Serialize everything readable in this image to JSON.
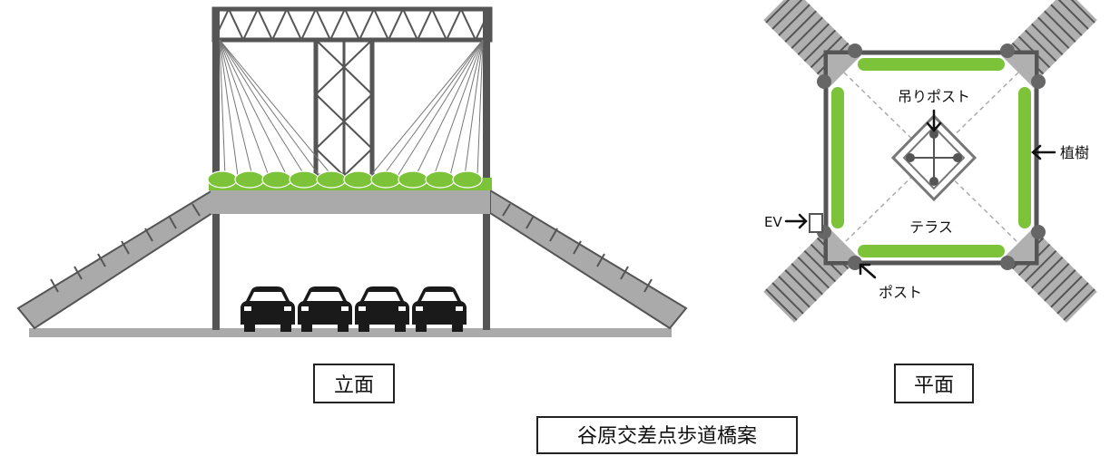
{
  "elevation_label": "立面",
  "plan_label": "平面",
  "title": "谷原交差点歩道橋案",
  "plan_annotations": {
    "hanging_post": "吊りポスト",
    "planting": "植樹",
    "ev": "EV",
    "terrace": "テラス",
    "post": "ポスト"
  },
  "colors": {
    "green": "#7cc33a",
    "frame": "#555555",
    "deck": "#aaaaaa",
    "car": "#1a1a1a"
  }
}
